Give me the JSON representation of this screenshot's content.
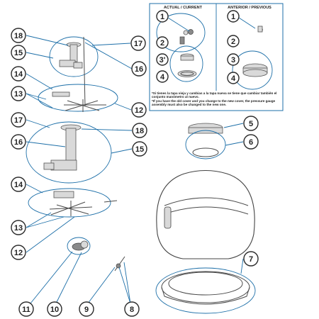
{
  "inset": {
    "title_actual": "ACTUAL / CURRENT",
    "title_previous": "ANTERIOR / PREVIOUS",
    "note_es": "*Si tienes la tapa vieja y cambias a la tapa nueva se tiene que cambiar también el conjunto manómetro al nuevo.",
    "note_en": "*If you have the old cover and you change to the new cover, the pressure gauge assembly must also be changed to the new one.",
    "actual_labels": [
      "1",
      "2",
      "3'",
      "4"
    ],
    "previous_labels": [
      "1",
      "2",
      "3",
      "4"
    ]
  },
  "callouts": {
    "c18a": "18",
    "c17a": "17",
    "c15a": "15",
    "c16a": "16",
    "c14a": "14",
    "c13a": "13",
    "c12a": "12",
    "c17b": "17",
    "c18b": "18",
    "c16b": "16",
    "c15b": "15",
    "c14b": "14",
    "c13b": "13",
    "c12b": "12",
    "c5": "5",
    "c6": "6",
    "c7": "7",
    "c11": "11",
    "c10": "10",
    "c9": "9",
    "c8": "8"
  }
}
